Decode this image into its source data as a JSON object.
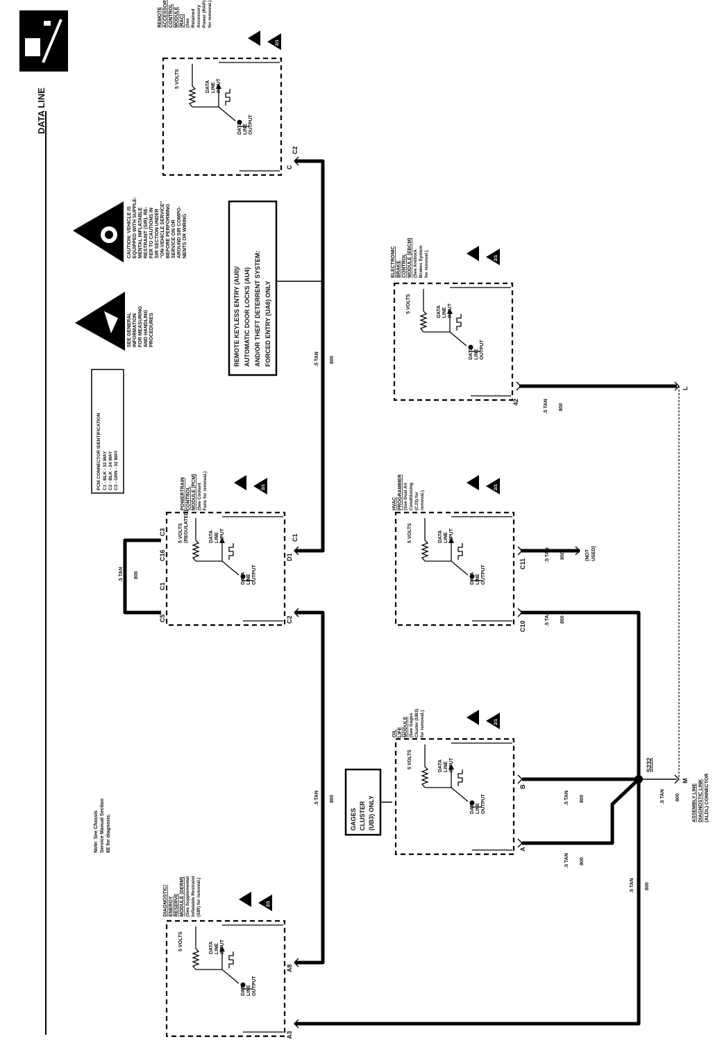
{
  "header": {
    "title": "DATA LINE"
  },
  "notes": {
    "chassis_note": [
      "Note: See Chassis",
      "Service Manual Section",
      "6E for diagnosis."
    ],
    "caution_general": [
      "SEE GENERAL",
      "INFORMATION",
      "FOR MEASURING",
      "AND HANDLING",
      "PROCEDURES"
    ],
    "caution_sir": [
      "CAUTION: VEHICLE IS",
      "EQUIPPED WITH SUPPLE-",
      "MENTAL INFLATABLE",
      "RESTRAINT (SIR). RE-",
      "FER TO CAUTIONS IN",
      "SIR SECTION UNDER",
      "\"ON-VEHICLE SERVICE\"",
      "BEFORE PERFORMING",
      "SERVICE ON OR",
      "AROUND SIR COMPO-",
      "NENTS OR WIRING"
    ]
  },
  "pcm_id": {
    "title": "PCM CONNECTOR IDENTIFICATION",
    "rows": [
      "C1 - BLK - 32 WAY",
      "C2 - BLK - 24 WAY",
      "C3 - GRN - 32 WAY"
    ]
  },
  "option_boxes": {
    "rke": [
      "REMOTE KEYLESS ENTRY (AU0)/",
      "AUTOMATIC DOOR LOCKS (AU4)",
      "AND/OR THEFT DETERRENT SYSTEM:",
      "FORCED ENTRY (UA6) ONLY"
    ],
    "gages": [
      "GAGES",
      "CLUSTER",
      "(UB3) ONLY"
    ]
  },
  "modules": {
    "rac": {
      "name": [
        "REMOTE",
        "ACCESSORY",
        "CONTROL",
        "MODULE",
        "(RAC)"
      ],
      "note": [
        "(See",
        "Retained",
        "Accessory",
        "Power (RAP)",
        "for removal.)"
      ]
    },
    "pcm": {
      "name": [
        "POWERTRAIN",
        "CONTROL",
        "MODULE (PCM)"
      ],
      "note": [
        "(See Coolant",
        "Fans for removal.)"
      ]
    },
    "ebcm": {
      "name": [
        "ELECTRONIC",
        "BRAKE",
        "CONTROL",
        "MODULE (EBCM)"
      ],
      "note": [
        "(See Antilock",
        "Brakes System",
        "for removal.)"
      ]
    },
    "hvac": {
      "name": [
        "HVAC",
        "PROGRAMMER"
      ],
      "note": [
        "(See Dual Air",
        "Conditioning",
        "(CJ3) for",
        "removal.)"
      ]
    },
    "oil": {
      "name": [
        "OIL",
        "LIFE",
        "MODULE"
      ],
      "note": [
        "(See Gages",
        "Cluster (UB3)",
        "for removal.)"
      ]
    },
    "derm": {
      "name": [
        "DIAGNOSTIC/",
        "ENERGY",
        "RESERVE",
        "MODULE (DERM)"
      ],
      "note": [
        "(See Supplemental",
        "Inflatable Restraint",
        "(SIR) for removal.)"
      ]
    }
  },
  "module_labels": {
    "five_volts": "5 VOLTS",
    "regulated": "(REGULATED)",
    "data_line_input": [
      "DATA",
      "LINE",
      "INPUT"
    ],
    "data_line_output": [
      "DATA",
      "LINE",
      "OUTPUT"
    ]
  },
  "pins": {
    "rac": [
      "C",
      "C2"
    ],
    "pcm": [
      "C3",
      "C16",
      "C1",
      "C5",
      "D1",
      "C1",
      "C2"
    ],
    "ebcm": "42",
    "hvac": [
      "C11",
      "C10"
    ],
    "oil": [
      "B",
      "A"
    ],
    "derm": [
      "A8",
      "A3"
    ],
    "dlc": [
      "L",
      "M"
    ]
  },
  "wires": {
    "tan": ".5 TAN",
    "circuit": "800"
  },
  "splice": "S232",
  "not_used": [
    "(NOT",
    "USED)"
  ],
  "dlc": [
    "ASSEMBLY LINE",
    "DIAGNOSTIC LINK",
    "(ALDL) CONNECTOR"
  ],
  "section_badge": "2/1"
}
